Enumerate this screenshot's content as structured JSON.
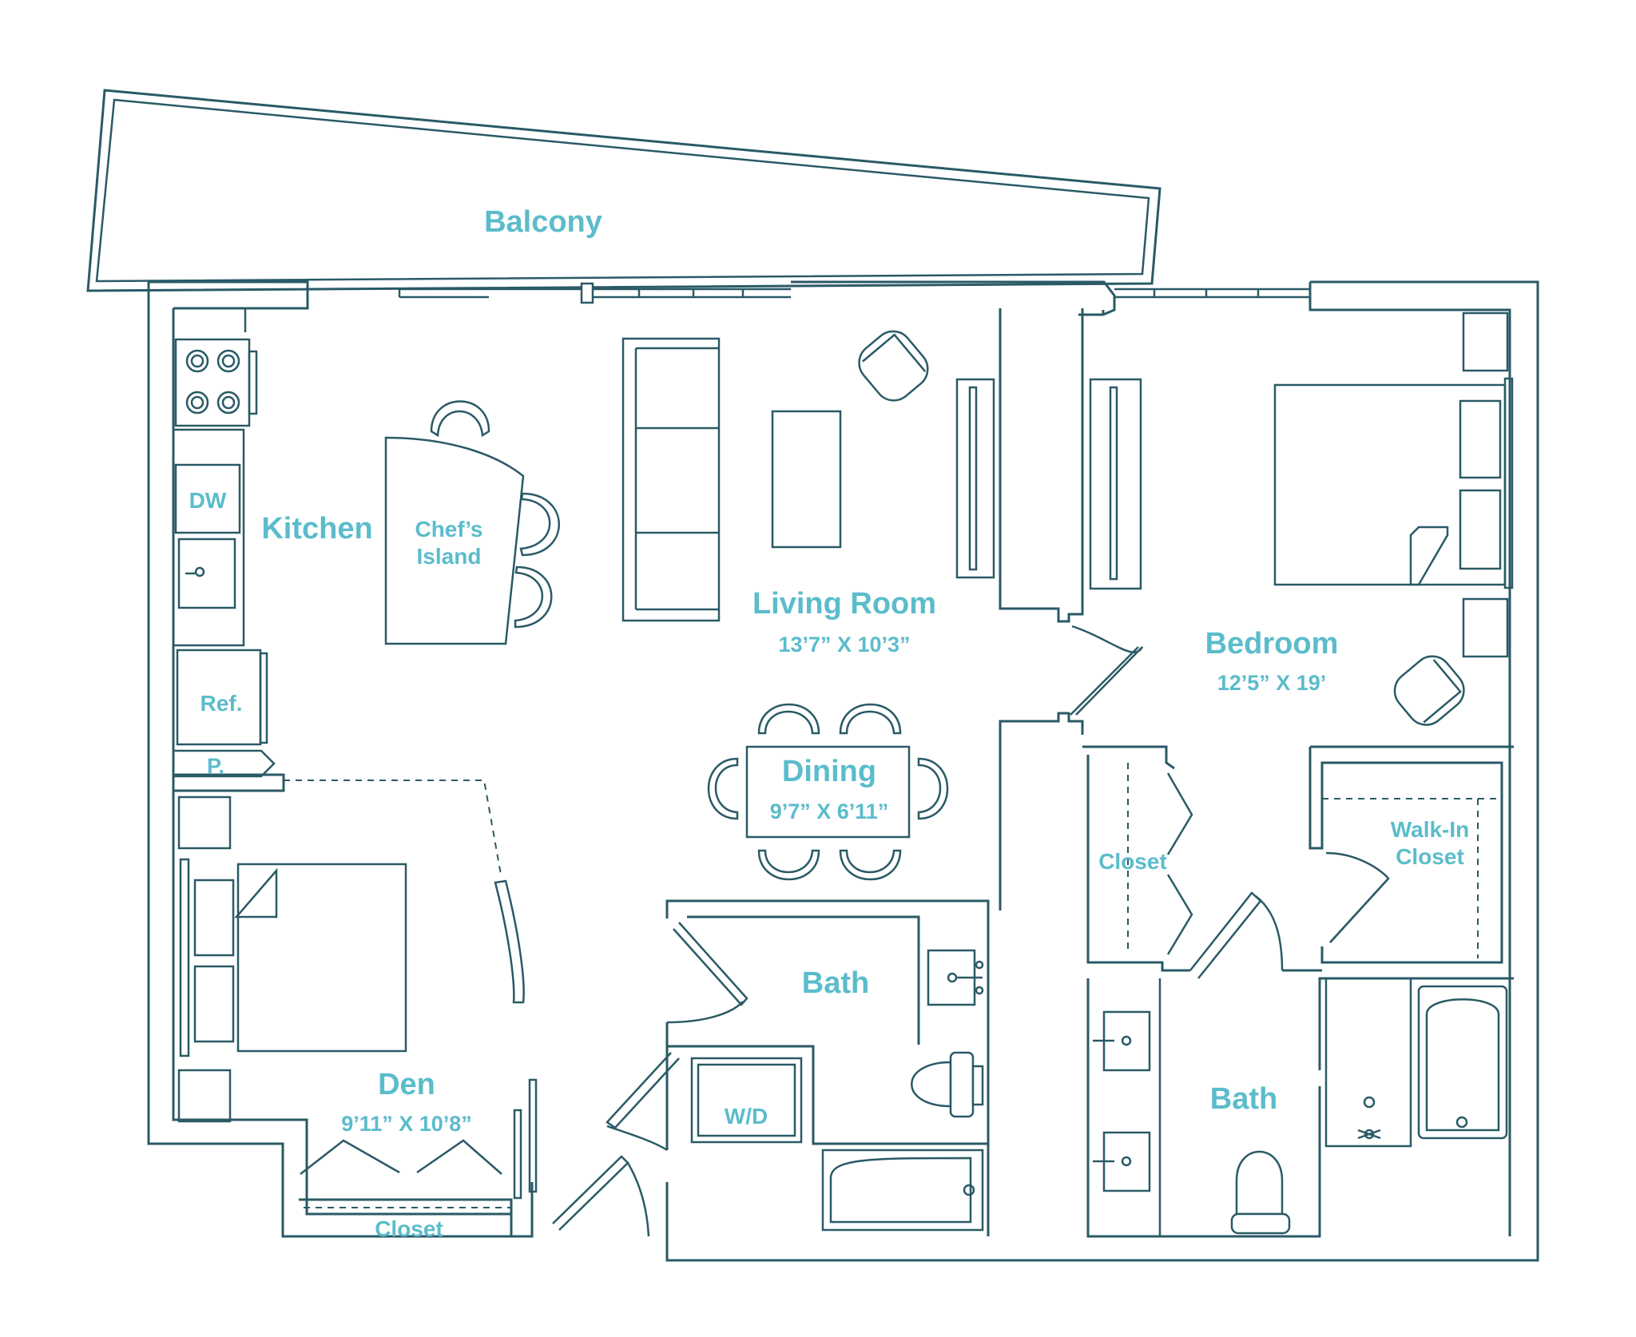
{
  "labels": {
    "balcony": "Balcony",
    "kitchen": "Kitchen",
    "island_line1": "Chef’s",
    "island_line2": "Island",
    "dw": "DW",
    "ref": "Ref.",
    "pantry": "P.",
    "living": "Living Room",
    "living_dim": "13’7” X 10’3”",
    "dining": "Dining",
    "dining_dim": "9’7” X 6’11”",
    "bedroom": "Bedroom",
    "bedroom_dim": "12’5” X 19’",
    "walkin_line1": "Walk-In",
    "walkin_line2": "Closet",
    "closet_mid": "Closet",
    "bath_main": "Bath",
    "bath_ensuite": "Bath",
    "wd": "W/D",
    "den": "Den",
    "den_dim": "9’11” X 10’8”",
    "den_closet": "Closet"
  },
  "colors": {
    "line": "#2a5a66",
    "label": "#5bbccb",
    "background": "#ffffff"
  }
}
